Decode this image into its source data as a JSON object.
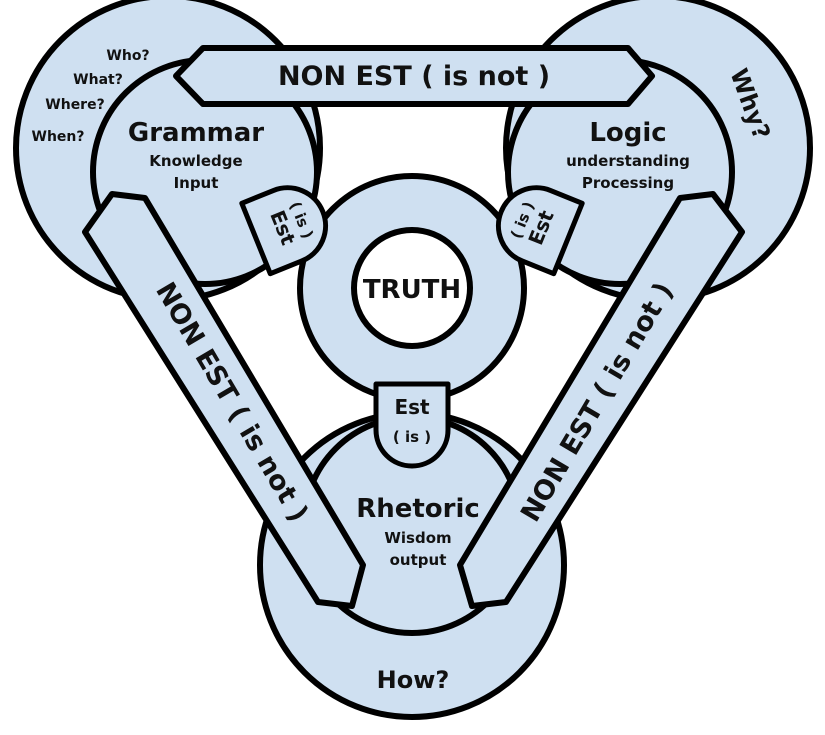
{
  "grammar": {
    "title": "Grammar",
    "line1": "Knowledge",
    "line2": "Input",
    "questions": [
      "Who?",
      "What?",
      "Where?",
      "When?"
    ]
  },
  "logic": {
    "title": "Logic",
    "line1": "understanding",
    "line2": "Processing",
    "question": "Why?"
  },
  "rhetoric": {
    "title": "Rhetoric",
    "line1": "Wisdom",
    "line2": "output",
    "question": "How?"
  },
  "center": {
    "label": "TRUTH"
  },
  "connectors": {
    "est": "Est",
    "is": "( is )"
  },
  "bands": {
    "top": "NON EST ( is not )",
    "left": "NON EST  ( is not )",
    "right": "NON EST ( is not )"
  },
  "colors": {
    "fill": "#cfe0f1",
    "stroke": "#000000"
  }
}
